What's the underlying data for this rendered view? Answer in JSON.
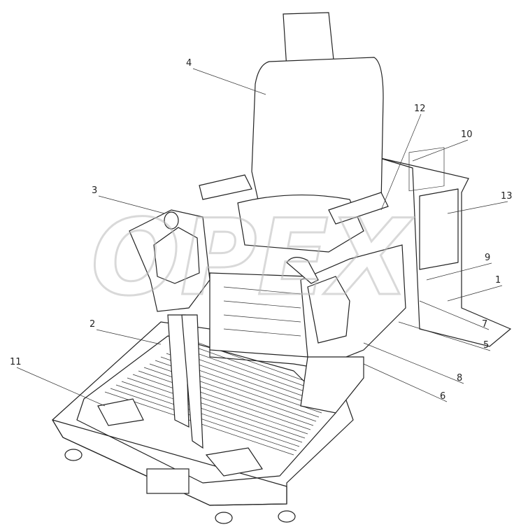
{
  "watermark": "OPEX",
  "callouts": [
    {
      "label": "1"
    },
    {
      "label": "2"
    },
    {
      "label": "3"
    },
    {
      "label": "4"
    },
    {
      "label": "5"
    },
    {
      "label": "6"
    },
    {
      "label": "7"
    },
    {
      "label": "8"
    },
    {
      "label": "9"
    },
    {
      "label": "10"
    },
    {
      "label": "11"
    },
    {
      "label": "12"
    },
    {
      "label": "13"
    }
  ]
}
